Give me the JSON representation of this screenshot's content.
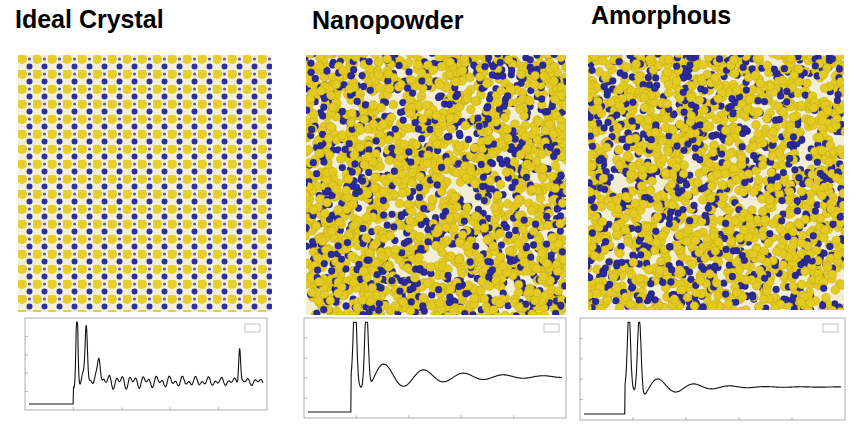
{
  "diagram": {
    "labels": [
      "Ideal Crystal",
      "Nanopowder",
      "Amorphous"
    ]
  }
}
